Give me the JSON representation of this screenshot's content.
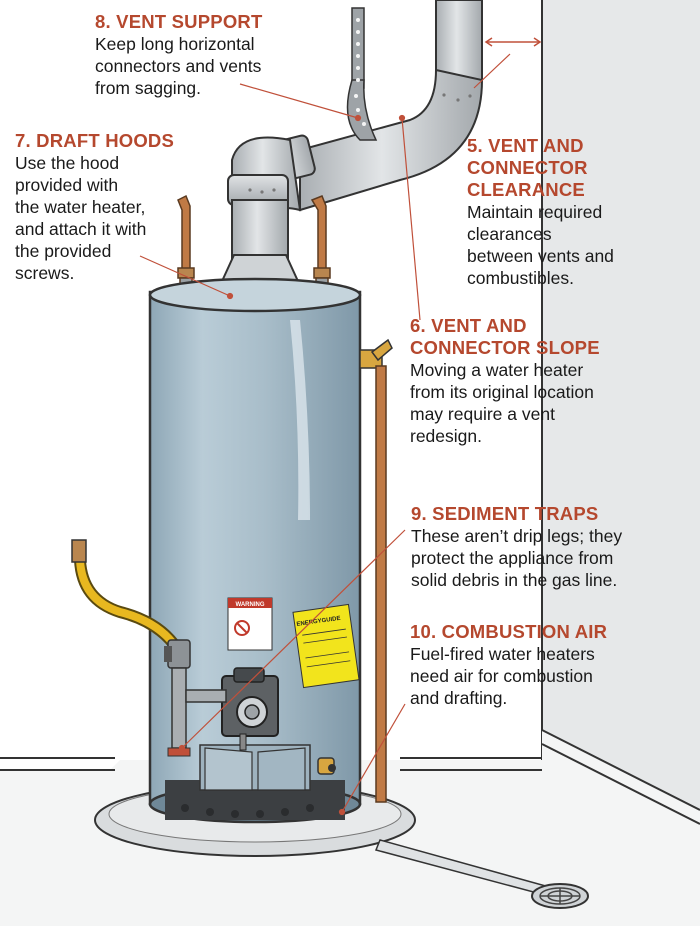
{
  "callouts": {
    "vent_support": {
      "title": "8. VENT SUPPORT",
      "body": "Keep long horizontal\nconnectors and vents\nfrom sagging."
    },
    "draft_hoods": {
      "title": "7. DRAFT HOODS",
      "body": "Use the hood\nprovided with\nthe water heater,\nand attach it with\nthe provided\nscrews."
    },
    "vent_clearance": {
      "title": "5. VENT AND\nCONNECTOR\nCLEARANCE",
      "body": "Maintain required\nclearances\nbetween vents and\ncombustibles."
    },
    "vent_slope": {
      "title": "6. VENT AND\nCONNECTOR SLOPE",
      "body": "Moving a water heater\nfrom its original location\nmay require a vent\nredesign."
    },
    "sediment_traps": {
      "title": "9. SEDIMENT TRAPS",
      "body": "These aren’t drip legs; they\nprotect the appliance from\nsolid debris in the gas line."
    },
    "combustion_air": {
      "title": "10. COMBUSTION AIR",
      "body": "Fuel-fired water heaters\nneed air for combustion\nand drafting."
    }
  },
  "labels": {
    "warning": "WARNING",
    "energy_guide": "ENERGYGUIDE"
  },
  "colors": {
    "heading": "#b5482e",
    "tank": "#a9bfcc",
    "pipe": "#c9cdd0",
    "copper": "#c07a45",
    "gas_line": "#e8b820",
    "energy_label": "#f2e41c",
    "wall_shade": "#dcdfe0"
  }
}
